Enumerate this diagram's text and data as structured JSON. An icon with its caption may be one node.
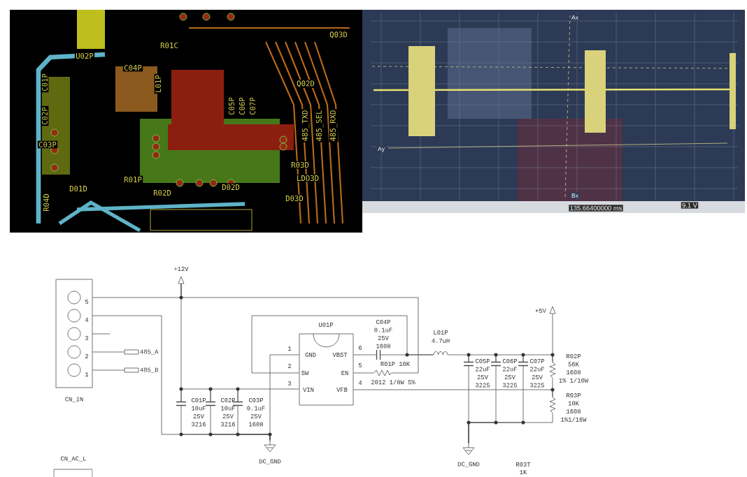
{
  "diagram": {
    "nodes": [
      {
        "text": [],
        "shape": "picture"
      },
      {
        "text": [],
        "shape": "picture"
      },
      {
        "text": [
          "5",
          "4",
          "3",
          "2",
          "1",
          "CN_IN"
        ]
      },
      {
        "text": [
          "485_A"
        ]
      },
      {
        "text": [
          "485_B"
        ]
      },
      {
        "text": [
          "+12V"
        ]
      },
      {
        "text": [
          "C01P",
          "10uF",
          "25V",
          "3216"
        ]
      },
      {
        "text": [
          "C02P",
          "10uF",
          "25V",
          "3216"
        ]
      },
      {
        "text": [
          "C03P",
          "0.1uF",
          "25V",
          "1608"
        ]
      },
      {
        "text": [
          "DC_GND"
        ]
      },
      {
        "text": [
          "U01P",
          "GND",
          "SW",
          "VIN",
          "VBST",
          "EN",
          "VFB"
        ],
        "beside": [
          "1",
          "2",
          "3",
          "6",
          "5",
          "4"
        ]
      },
      {
        "text": [
          "C04P",
          "0.1uF",
          "25V",
          "1608"
        ]
      },
      {
        "text": [
          "R01P 10K",
          "2012 1/8W 5%"
        ]
      },
      {
        "text": [
          "L01P",
          "4.7uH"
        ]
      },
      {
        "text": [
          "C05P",
          "22uF",
          "25V",
          "3225"
        ]
      },
      {
        "text": [
          "C06P",
          "22uF",
          "25V",
          "3225"
        ]
      },
      {
        "text": [
          "C07P",
          "22uF",
          "25V",
          "3225"
        ]
      },
      {
        "text": [
          "R02P",
          "56K",
          "1608",
          "1% 1/10W"
        ]
      },
      {
        "text": [
          "R03P",
          "10K",
          "1608",
          "1%1/16W"
        ]
      },
      {
        "text": [
          "+5V"
        ]
      },
      {
        "text": [
          "DC_GND"
        ]
      },
      {
        "text": [
          "CN_AC_L"
        ]
      }
    ],
    "edges": [
      {
        "from": 2,
        "to": 5,
        "arrow": "none"
      },
      {
        "from": 5,
        "to": 6,
        "arrow": "none"
      },
      {
        "from": 6,
        "to": 7,
        "arrow": "none"
      },
      {
        "from": 7,
        "to": 8,
        "arrow": "none"
      },
      {
        "from": 8,
        "to": 10,
        "arrow": "none"
      },
      {
        "from": 5,
        "to": 12,
        "arrow": "none"
      },
      {
        "from": 2,
        "to": 9,
        "arrow": "none"
      },
      {
        "from": 6,
        "to": 9,
        "arrow": "none"
      },
      {
        "from": 7,
        "to": 9,
        "arrow": "none"
      },
      {
        "from": 8,
        "to": 9,
        "arrow": "none"
      },
      {
        "from": 10,
        "to": 9,
        "arrow": "none"
      },
      {
        "from": 2,
        "to": 3,
        "arrow": "none"
      },
      {
        "from": 2,
        "to": 4,
        "arrow": "none"
      },
      {
        "from": 10,
        "to": 11,
        "arrow": "none"
      },
      {
        "from": 11,
        "to": 13,
        "arrow": "none"
      },
      {
        "from": 10,
        "to": 13,
        "arrow": "none"
      },
      {
        "from": 10,
        "to": 12,
        "arrow": "none"
      },
      {
        "from": 13,
        "to": 14,
        "arrow": "none"
      },
      {
        "from": 14,
        "to": 15,
        "arrow": "none"
      },
      {
        "from": 15,
        "to": 16,
        "arrow": "none"
      },
      {
        "from": 16,
        "to": 17,
        "arrow": "none"
      },
      {
        "from": 19,
        "to": 17,
        "arrow": "none"
      },
      {
        "from": 17,
        "to": 18,
        "arrow": "none"
      },
      {
        "from": 10,
        "to": 18,
        "arrow": "none"
      },
      {
        "from": 14,
        "to": 20,
        "arrow": "none"
      },
      {
        "from": 15,
        "to": 20,
        "arrow": "none"
      },
      {
        "from": 16,
        "to": 20,
        "arrow": "none"
      },
      {
        "from": 18,
        "to": 20,
        "arrow": "none"
      }
    ],
    "labels": [
      "R01C",
      "Q03D",
      "U02P",
      "C04P",
      "L01P",
      "Q02D",
      "C01P",
      "C02P",
      "C05P",
      "C06P",
      "C07P",
      "485_TXD",
      "485_SEL",
      "485_RXD",
      "C03P",
      "R03D",
      "LDO3D",
      "D01D",
      "R01P",
      "R02D",
      "D02D",
      "D03D",
      "R04D",
      "Ax",
      "Ay",
      "Bx",
      "135.66400000 ms",
      "9.1 V",
      "R03T",
      "1K"
    ]
  }
}
